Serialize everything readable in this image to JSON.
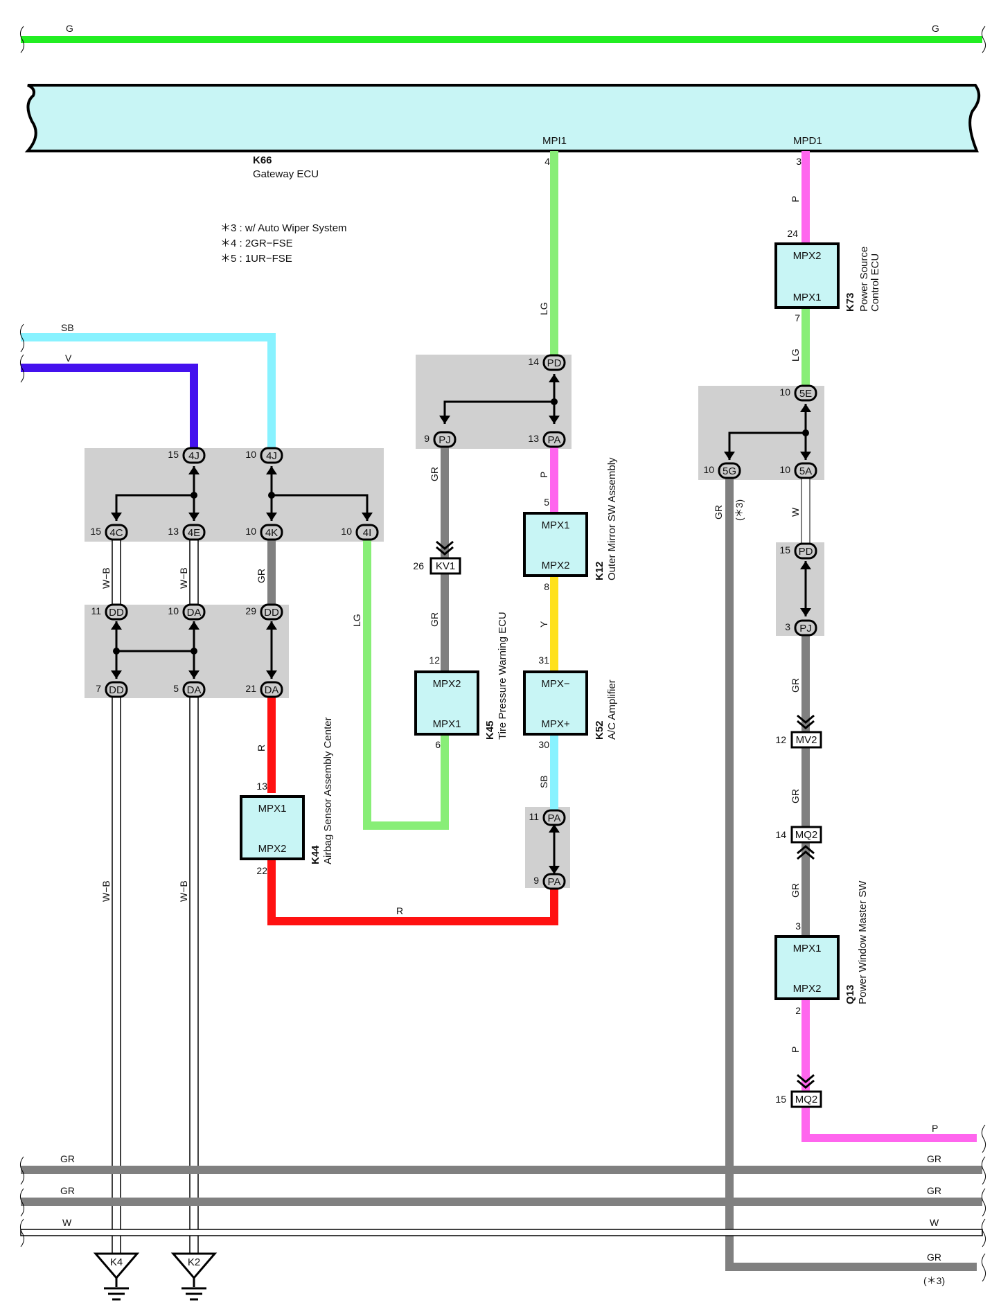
{
  "colors": {
    "G": "#22ee22",
    "LG": "#88ee77",
    "SB": "#88f2ff",
    "V": "#4411ee",
    "GR": "#808080",
    "P": "#ff66ee",
    "R": "#ff1111",
    "Y": "#ffe11a",
    "W": "#ffffff",
    "ecu_fill": "#c8f5f5",
    "splice_fill": "#d0d0d0"
  },
  "top_bus": {
    "left_label": "G",
    "right_label": "G"
  },
  "gateway": {
    "code": "K66",
    "name": "Gateway ECU",
    "pin_mpi1": "MPI1",
    "pin_mpd1": "MPD1"
  },
  "notes": [
    "＊3 : w/ Auto Wiper System",
    "＊4 : 2GR−FSE",
    "＊5 : 1UR−FSE"
  ],
  "left_inputs": {
    "sb": "SB",
    "v": "V"
  },
  "components": {
    "k73": {
      "code": "K73",
      "name1": "Power Source",
      "name2": "Control ECU",
      "pin_top": "MPX2",
      "pin_bottom": "MPX1",
      "num_top": "24",
      "num_bottom": "7"
    },
    "k12": {
      "code": "K12",
      "name": "Outer Mirror SW Assembly",
      "pin_top": "MPX1",
      "pin_bottom": "MPX2",
      "num_top": "5",
      "num_bottom": "8"
    },
    "k45": {
      "code": "K45",
      "name": "Tire Pressure Warning ECU",
      "pin_top": "MPX2",
      "pin_bottom": "MPX1",
      "num_top": "12",
      "num_bottom": "6"
    },
    "k52": {
      "code": "K52",
      "name": "A/C Amplifier",
      "pin_top": "MPX−",
      "pin_bottom": "MPX+",
      "num_top": "31",
      "num_bottom": "30"
    },
    "k44": {
      "code": "K44",
      "name": "Airbag Sensor Assembly Center",
      "pin_top": "MPX1",
      "pin_bottom": "MPX2",
      "num_top": "13",
      "num_bottom": "22"
    },
    "q13": {
      "code": "Q13",
      "name": "Power Window Master SW",
      "pin_top": "MPX1",
      "pin_bottom": "MPX2",
      "num_top": "3",
      "num_bottom": "2"
    }
  },
  "connectors": {
    "pd_top": {
      "pin": "14",
      "code": "PD"
    },
    "pj_left": {
      "pin": "9",
      "code": "PJ"
    },
    "pa_right": {
      "pin": "13",
      "code": "PA"
    },
    "c5e": {
      "pin": "10",
      "code": "5E"
    },
    "c5g": {
      "pin": "10",
      "code": "5G"
    },
    "c5a": {
      "pin": "10",
      "code": "5A"
    },
    "pd_right": {
      "pin": "15",
      "code": "PD"
    },
    "pj_right": {
      "pin": "3",
      "code": "PJ"
    },
    "c4j_a": {
      "pin": "15",
      "code": "4J"
    },
    "c4j_b": {
      "pin": "10",
      "code": "4J"
    },
    "c4c": {
      "pin": "15",
      "code": "4C"
    },
    "c4e": {
      "pin": "13",
      "code": "4E"
    },
    "c4k": {
      "pin": "10",
      "code": "4K"
    },
    "c4i": {
      "pin": "10",
      "code": "4I"
    },
    "dd_a": {
      "pin": "11",
      "code": "DD"
    },
    "da_a": {
      "pin": "10",
      "code": "DA"
    },
    "dd_b": {
      "pin": "29",
      "code": "DD"
    },
    "dd_c": {
      "pin": "7",
      "code": "DD"
    },
    "da_b": {
      "pin": "5",
      "code": "DA"
    },
    "da_c": {
      "pin": "21",
      "code": "DA"
    },
    "pa_a": {
      "pin": "11",
      "code": "PA"
    },
    "pa_b": {
      "pin": "9",
      "code": "PA"
    },
    "kv1": {
      "pin": "26",
      "code": "KV1"
    },
    "mv2": {
      "pin": "12",
      "code": "MV2"
    },
    "mq2_a": {
      "pin": "14",
      "code": "MQ2"
    },
    "mq2_b": {
      "pin": "15",
      "code": "MQ2"
    }
  },
  "pins": {
    "mpi1_num": "4",
    "mpd1_num": "3"
  },
  "wire_labels": {
    "lg_mpi1": "LG",
    "p_mpd1": "P",
    "lg_k73": "LG",
    "w_5a": "W",
    "gr_5g": "GR",
    "star3_5g": "(＊3)",
    "gr_pj": "GR",
    "gr_kv1": "GR",
    "p_pa": "P",
    "y_k12": "Y",
    "sb_k52": "SB",
    "wb1": "W−B",
    "wb2": "W−B",
    "gr_4k": "GR",
    "lg_4i": "LG",
    "r_da": "R",
    "r_bottom": "R",
    "wb3": "W−B",
    "wb4": "W−B",
    "gr_pj_r": "GR",
    "gr_mv2": "GR",
    "gr_mq2": "GR",
    "p_q13": "P"
  },
  "bottom_bus": {
    "gr1": "GR",
    "gr1_r": "GR",
    "gr2": "GR",
    "gr2_r": "GR",
    "w": "W",
    "w_r": "W",
    "gr3_r": "GR",
    "star3": "(＊3)",
    "p_r": "P"
  },
  "grounds": {
    "k4": "K4",
    "k2": "K2"
  }
}
